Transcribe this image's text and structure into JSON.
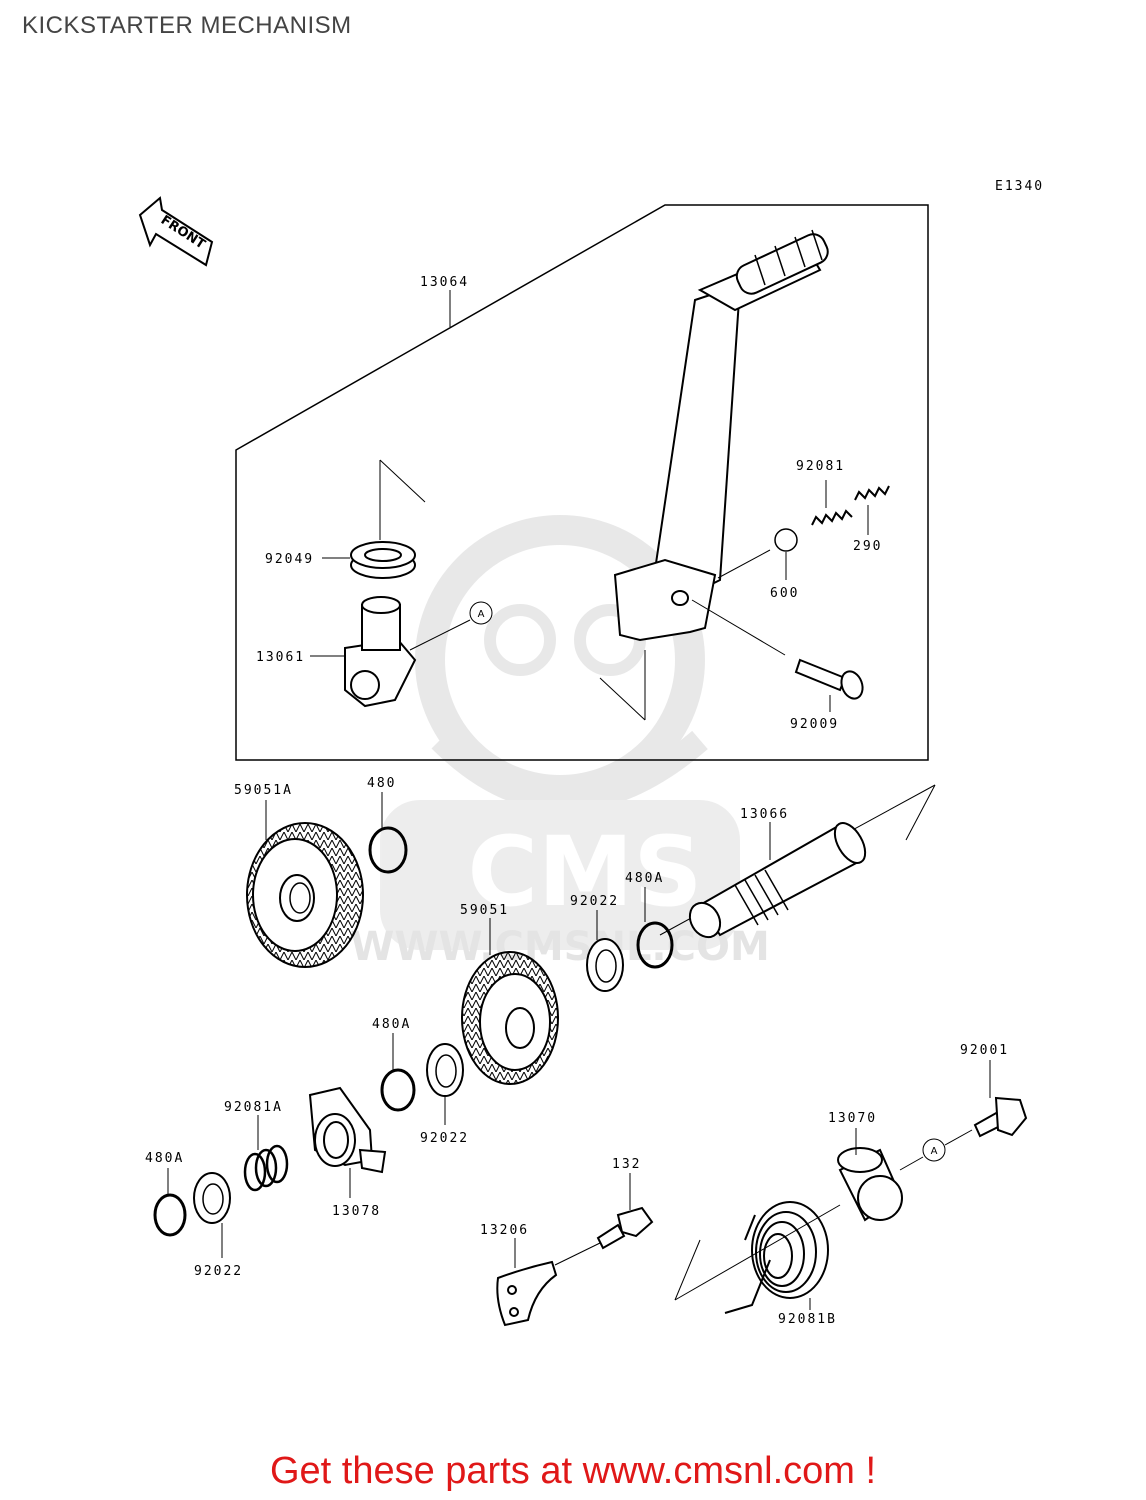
{
  "page": {
    "title": "KICKSTARTER MECHANISM",
    "diagram_code": "E1340",
    "front_label": "FRONT",
    "watermark_brand": "CMS",
    "watermark_url": "WWW.CMSNL.COM",
    "promo_text": "Get these parts at www.cmsnl.com !",
    "promo_color": "#e01818"
  },
  "parts": {
    "p13064": "13064",
    "p92049": "92049",
    "p13061": "13061",
    "p92081": "92081",
    "p290": "290",
    "p600": "600",
    "p92009": "92009",
    "p59051A": "59051A",
    "p480_top": "480",
    "p13066": "13066",
    "p92022_mid": "92022",
    "p480A_mid": "480A",
    "p59051": "59051",
    "p480A_low": "480A",
    "p92022_low": "92022",
    "p92081A": "92081A",
    "p480A_left": "480A",
    "p92022_left": "92022",
    "p13078": "13078",
    "p132": "132",
    "p13206": "13206",
    "p92001": "92001",
    "p13070": "13070",
    "p92081B": "92081B"
  },
  "callouts": {
    "a1": "A",
    "a2": "A"
  }
}
